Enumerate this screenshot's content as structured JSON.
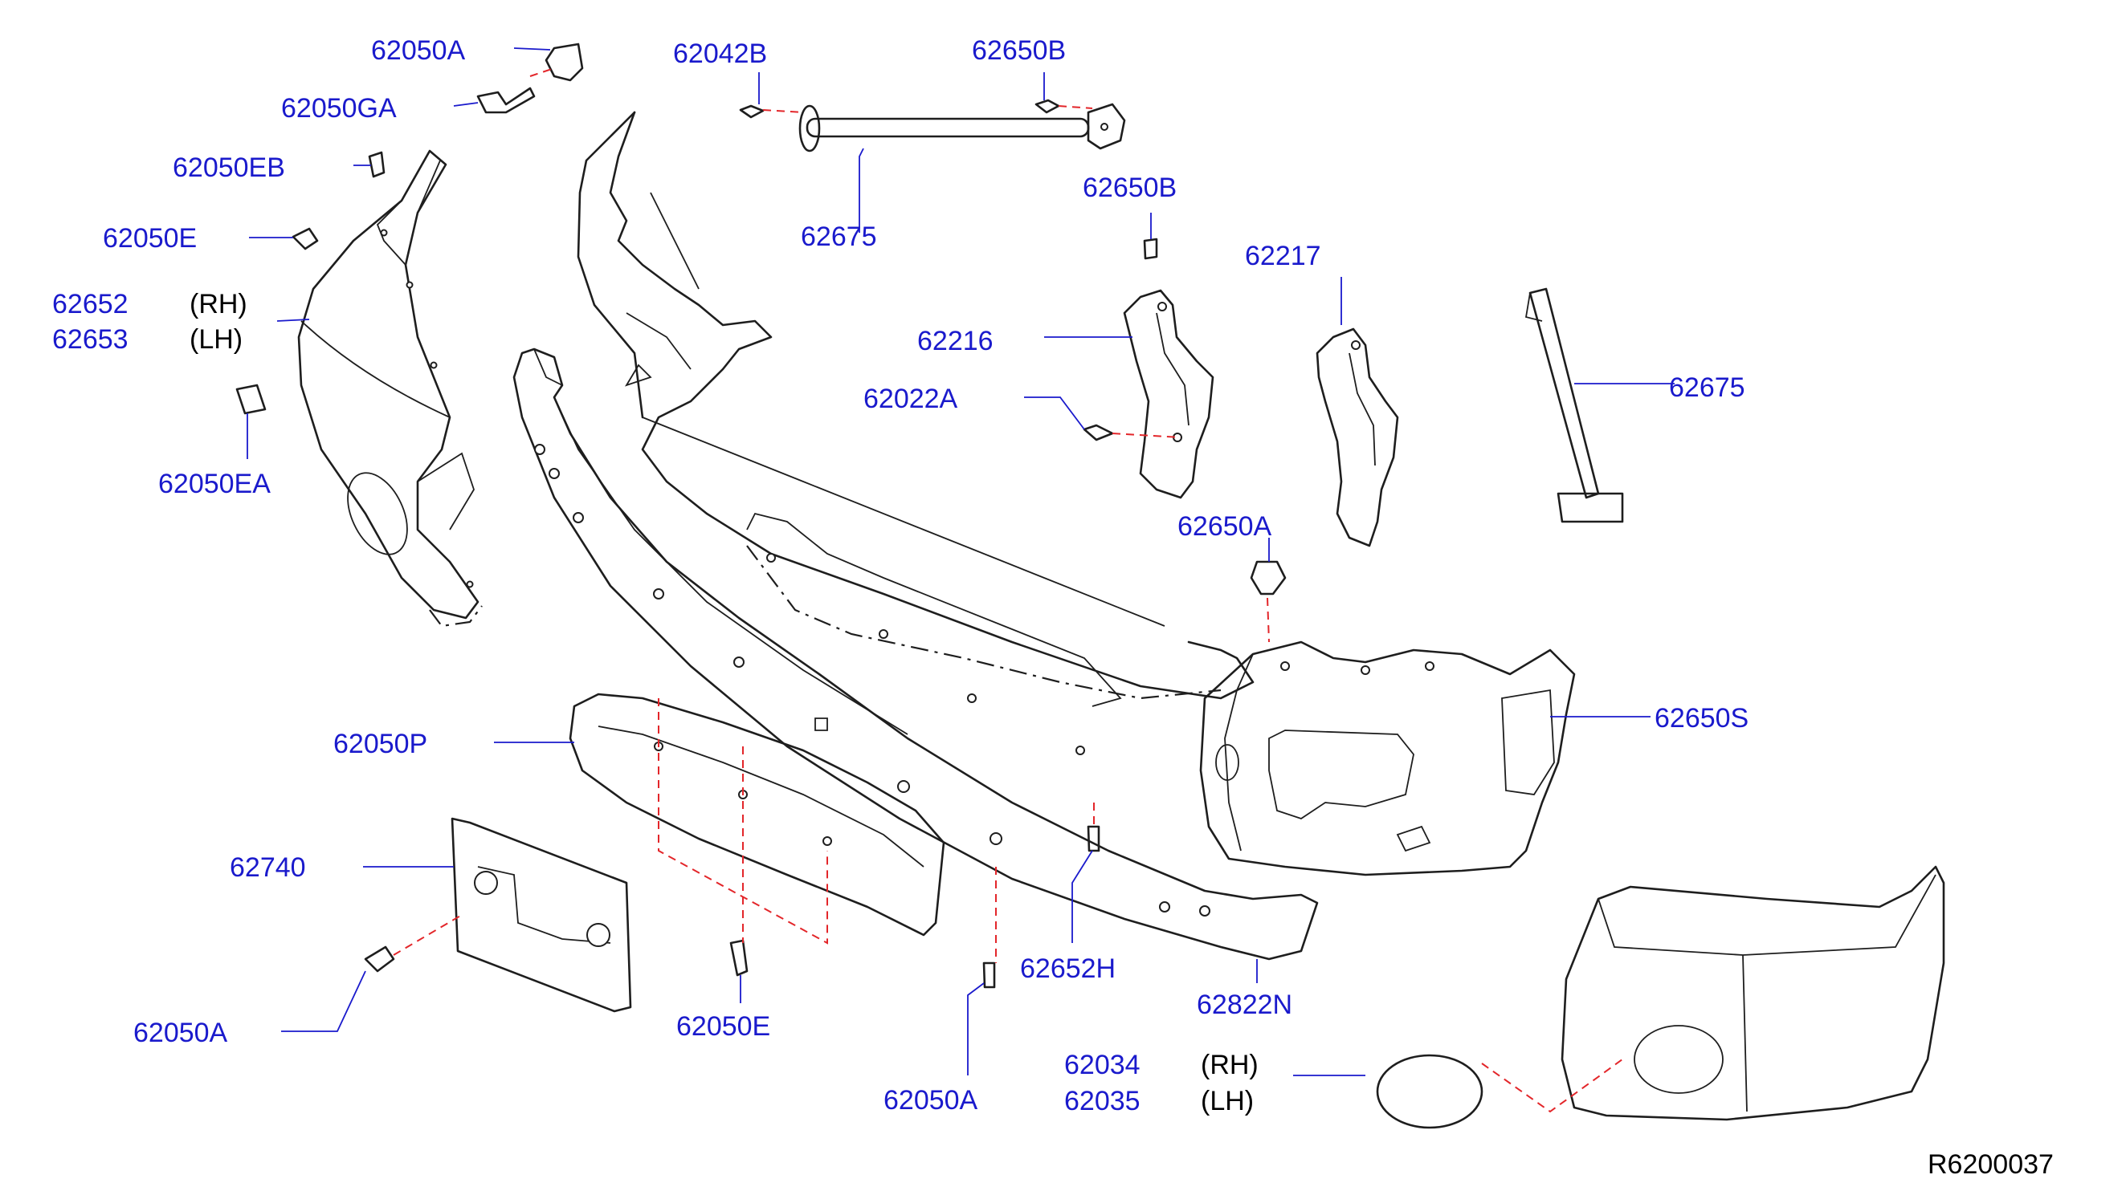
{
  "diagram": {
    "reference_code": "R6200037",
    "labels": {
      "l_62050A_top": "62050A",
      "l_62050GA": "62050GA",
      "l_62050EB": "62050EB",
      "l_62050E_left": "62050E",
      "l_62652": "62652",
      "l_62652_side": "(RH)",
      "l_62653": "62653",
      "l_62653_side": "(LH)",
      "l_62050EA": "62050EA",
      "l_62042B": "62042B",
      "l_62650B_top": "62650B",
      "l_62675_top": "62675",
      "l_62650B_mid": "62650B",
      "l_62217": "62217",
      "l_62216": "62216",
      "l_62022A": "62022A",
      "l_62675_right": "62675",
      "l_62650A_mid": "62650A",
      "l_62650S": "62650S",
      "l_62050P": "62050P",
      "l_62740": "62740",
      "l_62050A_left": "62050A",
      "l_62050E_bottom": "62050E",
      "l_62050A_bottom": "62050A",
      "l_62652H": "62652H",
      "l_62822N": "62822N",
      "l_62034": "62034",
      "l_62034_side": "(RH)",
      "l_62035": "62035",
      "l_62035_side": "(LH)"
    }
  }
}
